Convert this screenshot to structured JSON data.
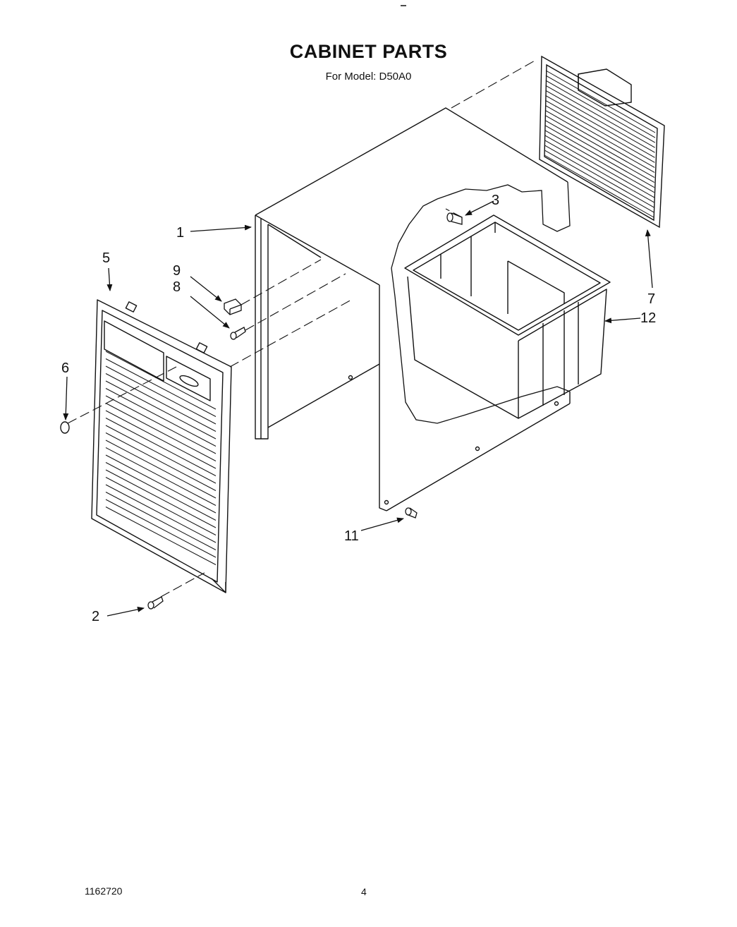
{
  "header": {
    "title": "CABINET PARTS",
    "subtitle": "For Model: D50A0"
  },
  "footer": {
    "doc_number": "1162720",
    "page_number": "4"
  },
  "callouts": {
    "c1": "1",
    "c2": "2",
    "c3": "3",
    "c5": "5",
    "c6": "6",
    "c7": "7",
    "c8": "8",
    "c9": "9",
    "c11": "11",
    "c12": "12"
  }
}
